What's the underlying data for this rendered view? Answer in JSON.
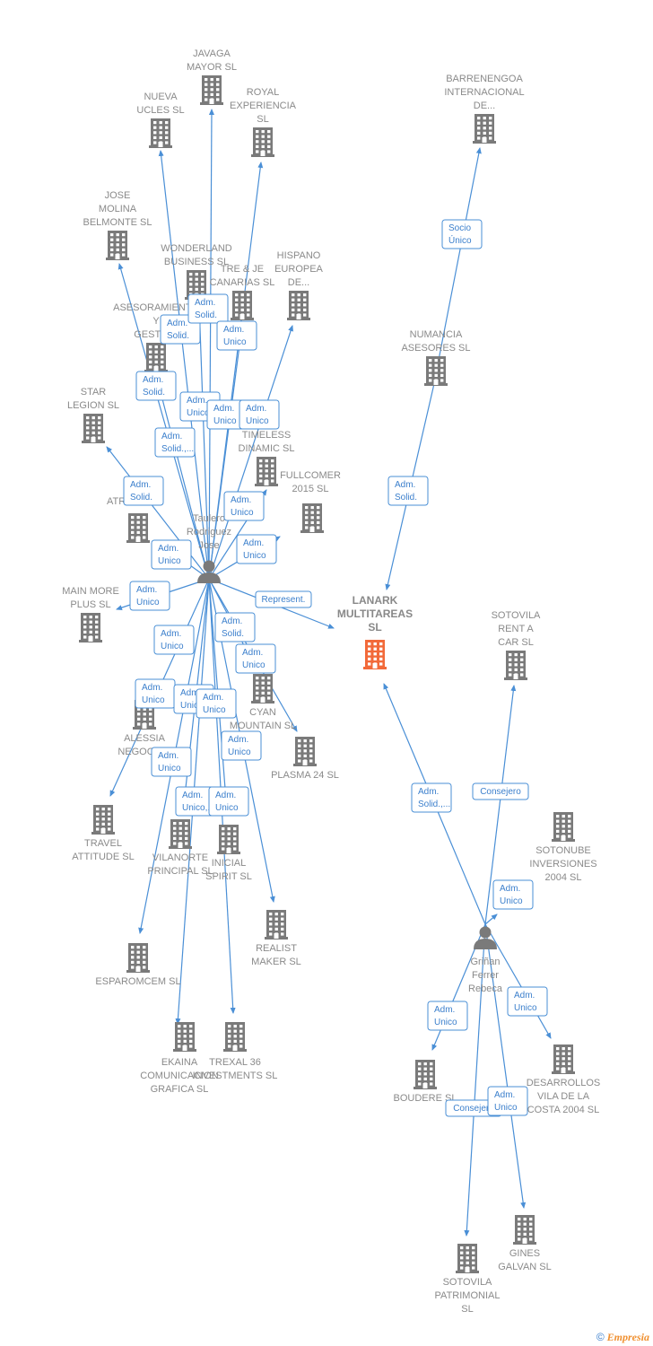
{
  "colors": {
    "company": "#7a7a7a",
    "focus": "#f26a3a",
    "person": "#7a7a7a",
    "edge": "#4a8fd6"
  },
  "brand": {
    "copyright": "©",
    "name": "Empresia"
  },
  "nodes": [
    {
      "id": "javaga",
      "label": [
        "JAVAGA",
        "MAYOR  SL"
      ],
      "type": "company"
    },
    {
      "id": "nueva",
      "label": [
        "NUEVA",
        "UCLES  SL"
      ],
      "type": "company"
    },
    {
      "id": "royal",
      "label": [
        "ROYAL",
        "EXPERIENCIA",
        "SL"
      ],
      "type": "company"
    },
    {
      "id": "barren",
      "label": [
        "BARRENENGOA",
        "INTERNACIONAL",
        "DE..."
      ],
      "type": "company"
    },
    {
      "id": "jose",
      "label": [
        "JOSE",
        "MOLINA",
        "BELMONTE  SL"
      ],
      "type": "company"
    },
    {
      "id": "wonder",
      "label": [
        "WONDERLAND",
        "BUSINESS  SL"
      ],
      "type": "company"
    },
    {
      "id": "treje",
      "label": [
        "TRE & JE",
        "CANARIAS  SL"
      ],
      "type": "company"
    },
    {
      "id": "hispano",
      "label": [
        "HISPANO",
        "EUROPEA",
        "DE..."
      ],
      "type": "company"
    },
    {
      "id": "asesor",
      "label": [
        "ASESORAMIENTO",
        "Y",
        "GESTION"
      ],
      "type": "company"
    },
    {
      "id": "numancia",
      "label": [
        "NUMANCIA",
        "ASESORES  SL"
      ],
      "type": "company"
    },
    {
      "id": "star",
      "label": [
        "STAR",
        "LEGION  SL"
      ],
      "type": "company"
    },
    {
      "id": "timeless",
      "label": [
        "TIMELESS",
        "DINAMIC  SL"
      ],
      "type": "company"
    },
    {
      "id": "fullcomer",
      "label": [
        "FULLCOMER",
        "2015  SL"
      ],
      "type": "company"
    },
    {
      "id": "atr",
      "label": [
        "ATR"
      ],
      "type": "company"
    },
    {
      "id": "mainmore",
      "label": [
        "MAIN MORE",
        "PLUS  SL"
      ],
      "type": "company"
    },
    {
      "id": "lanark",
      "label": [
        "LANARK",
        "MULTITAREAS",
        "SL"
      ],
      "type": "focus"
    },
    {
      "id": "sotovila_rent",
      "label": [
        "SOTOVILA",
        "RENT A",
        "CAR  SL"
      ],
      "type": "company"
    },
    {
      "id": "cyan",
      "label": [
        "CYAN",
        "MOUNTAIN  SL"
      ],
      "type": "company"
    },
    {
      "id": "alessia",
      "label": [
        "ALESSIA",
        "NEGOCIOS"
      ],
      "type": "company"
    },
    {
      "id": "plasma",
      "label": [
        "PLASMA 24 SL"
      ],
      "type": "company"
    },
    {
      "id": "travel",
      "label": [
        "TRAVEL",
        "ATTITUDE  SL"
      ],
      "type": "company"
    },
    {
      "id": "vilanorte",
      "label": [
        "VILANORTE",
        "PRINCIPAL  SL"
      ],
      "type": "company"
    },
    {
      "id": "inicial",
      "label": [
        "INICIAL",
        "SPIRIT  SL"
      ],
      "type": "company"
    },
    {
      "id": "sotonube",
      "label": [
        "SOTONUBE",
        "INVERSIONES",
        "2004 SL"
      ],
      "type": "company"
    },
    {
      "id": "realist",
      "label": [
        "REALIST",
        "MAKER  SL"
      ],
      "type": "company"
    },
    {
      "id": "esparom",
      "label": [
        "ESPAROMCEM SL"
      ],
      "type": "company"
    },
    {
      "id": "ekaina",
      "label": [
        "EKAINA",
        "COMUNICACION",
        "GRAFICA  SL"
      ],
      "type": "company"
    },
    {
      "id": "trexal",
      "label": [
        "TREXAL 36",
        "INVESTMENTS SL"
      ],
      "type": "company"
    },
    {
      "id": "boudere",
      "label": [
        "BOUDERE SL"
      ],
      "type": "company"
    },
    {
      "id": "desarrollos",
      "label": [
        "DESARROLLOS",
        "VILA DE LA",
        "COSTA 2004 SL"
      ],
      "type": "company"
    },
    {
      "id": "gines",
      "label": [
        "GINES",
        "GALVAN  SL"
      ],
      "type": "company"
    },
    {
      "id": "sotovila_pat",
      "label": [
        "SOTOVILA",
        "PATRIMONIAL",
        "SL"
      ],
      "type": "company"
    },
    {
      "id": "taulero",
      "label": [
        "Taulero",
        "Rodriguez",
        "Jose"
      ],
      "type": "person"
    },
    {
      "id": "grinan",
      "label": [
        "Griñan",
        "Ferrer",
        "Rebeca"
      ],
      "type": "person"
    }
  ],
  "edges": [
    {
      "id": "e1",
      "label": [
        "Adm.",
        "Solid."
      ]
    },
    {
      "id": "e2",
      "label": [
        "Adm.",
        "Solid."
      ]
    },
    {
      "id": "e3",
      "label": [
        "Adm.",
        "Unico"
      ]
    },
    {
      "id": "e4",
      "label": [
        "Adm.",
        "Solid."
      ]
    },
    {
      "id": "e5",
      "label": [
        "Adm.",
        "Unico"
      ]
    },
    {
      "id": "e6",
      "label": [
        "Adm.",
        "Unico"
      ]
    },
    {
      "id": "e7",
      "label": [
        "Adm.",
        "Unico"
      ]
    },
    {
      "id": "e8",
      "label": [
        "Adm.",
        "Solid.,..."
      ]
    },
    {
      "id": "e9",
      "label": [
        "Adm.",
        "Solid."
      ]
    },
    {
      "id": "e10",
      "label": [
        "Adm.",
        "Unico"
      ]
    },
    {
      "id": "e11",
      "label": [
        "Adm.",
        "Unico"
      ]
    },
    {
      "id": "e12",
      "label": [
        "Adm.",
        "Unico"
      ]
    },
    {
      "id": "e13",
      "label": [
        "Represent."
      ]
    },
    {
      "id": "e14",
      "label": [
        "Adm.",
        "Unico"
      ]
    },
    {
      "id": "e15",
      "label": [
        "Adm.",
        "Solid."
      ]
    },
    {
      "id": "e16",
      "label": [
        "Adm.",
        "Unico"
      ]
    },
    {
      "id": "e17",
      "label": [
        "Adm.",
        "Unico"
      ]
    },
    {
      "id": "e18",
      "label": [
        "Adm.",
        "Unico"
      ]
    },
    {
      "id": "e19",
      "label": [
        "Adm.",
        "Unico"
      ]
    },
    {
      "id": "e20",
      "label": [
        "Adm.",
        "Unico"
      ]
    },
    {
      "id": "e21",
      "label": [
        "Adm.",
        "Unico"
      ]
    },
    {
      "id": "e22",
      "label": [
        "Adm.",
        "Unico,..."
      ]
    },
    {
      "id": "e23",
      "label": [
        "Adm.",
        "Unico"
      ]
    },
    {
      "id": "e24",
      "label": [
        "Adm.",
        "Solid."
      ]
    },
    {
      "id": "e25",
      "label": [
        "Socio",
        "Único"
      ]
    },
    {
      "id": "e26",
      "label": [
        "Adm.",
        "Solid.,..."
      ]
    },
    {
      "id": "e27",
      "label": [
        "Consejero"
      ]
    },
    {
      "id": "e28",
      "label": [
        "Adm.",
        "Unico"
      ]
    },
    {
      "id": "e29",
      "label": [
        "Adm.",
        "Unico"
      ]
    },
    {
      "id": "e30",
      "label": [
        "Adm.",
        "Unico"
      ]
    },
    {
      "id": "e31",
      "label": [
        "Consejero"
      ]
    },
    {
      "id": "e32",
      "label": [
        "Adm.",
        "Unico"
      ]
    },
    {
      "id": "e33",
      "label": [
        "Adm.",
        "Unico"
      ]
    }
  ]
}
